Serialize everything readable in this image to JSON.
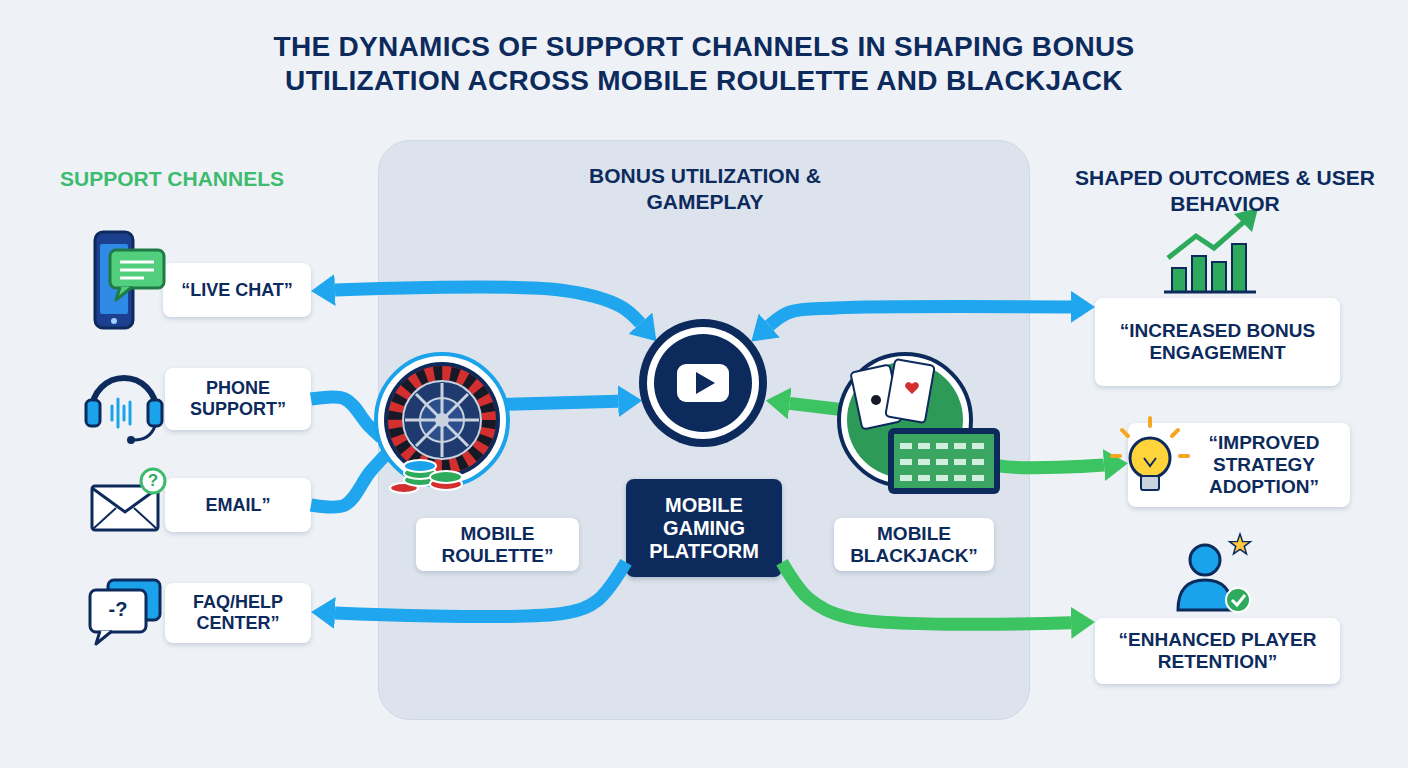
{
  "diagram": {
    "title": "THE DYNAMICS OF SUPPORT CHANNELS IN SHAPING BONUS UTILIZATION ACROSS MOBILE ROULETTE AND BLACKJACK",
    "nodes": [
      {
        "text": [
          "“LIVE CHAT”"
        ]
      },
      {
        "text": [
          "PHONE SUPPORT”"
        ]
      },
      {
        "text": [
          "EMAIL”"
        ]
      },
      {
        "text": [
          "FAQ/HELP CENTER”"
        ]
      },
      {
        "text": [
          "BONUS UTILIZATION & GAMEPLAY"
        ]
      },
      {
        "text": [
          "MOBILE ROULETTE”"
        ],
        "in": 4
      },
      {
        "text": [
          "MOBILE GAMING PLATFORM"
        ],
        "in": 4
      },
      {
        "text": [
          "MOBILE BLACKJACK”"
        ],
        "in": 4
      },
      {
        "text": [
          "“INCREASED BONUS ENGAGEMENT"
        ]
      },
      {
        "text": [
          "“IMPROVED STRATEGY ADOPTION”"
        ]
      },
      {
        "text": [
          "“ENHANCED PLAYER RETENTION”"
        ]
      }
    ],
    "edges": [
      {
        "from": 0,
        "to": 6,
        "arrow": "both"
      },
      {
        "from": 1,
        "to": 5,
        "arrow": "none"
      },
      {
        "from": 2,
        "to": 5,
        "arrow": "none"
      },
      {
        "from": 5,
        "to": 6,
        "arrow": "to"
      },
      {
        "from": 7,
        "to": 6,
        "arrow": "to"
      },
      {
        "from": 6,
        "to": 8,
        "arrow": "both"
      },
      {
        "from": 7,
        "to": 9,
        "arrow": "to"
      },
      {
        "from": 6,
        "to": 3,
        "arrow": "to"
      },
      {
        "from": 6,
        "to": 10,
        "arrow": "to"
      }
    ],
    "labels": [
      "SUPPORT CHANNELS",
      "SHAPED OUTCOMES & USER BEHAVIOR",
      "?",
      "-?"
    ]
  }
}
